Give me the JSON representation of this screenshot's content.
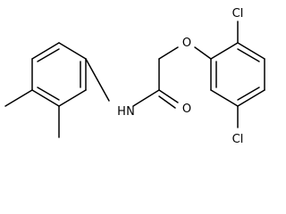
{
  "molecule": {
    "atom_labels": {
      "amide_nitrogen": "N",
      "amide_hydrogen": "H",
      "carbonyl_oxygen": "O",
      "ether_oxygen": "O",
      "chlorine_top": "Cl",
      "chlorine_bottom": "Cl"
    }
  },
  "colors": {
    "bond": "#000000",
    "label": "#000000",
    "background": "#ffffff"
  }
}
